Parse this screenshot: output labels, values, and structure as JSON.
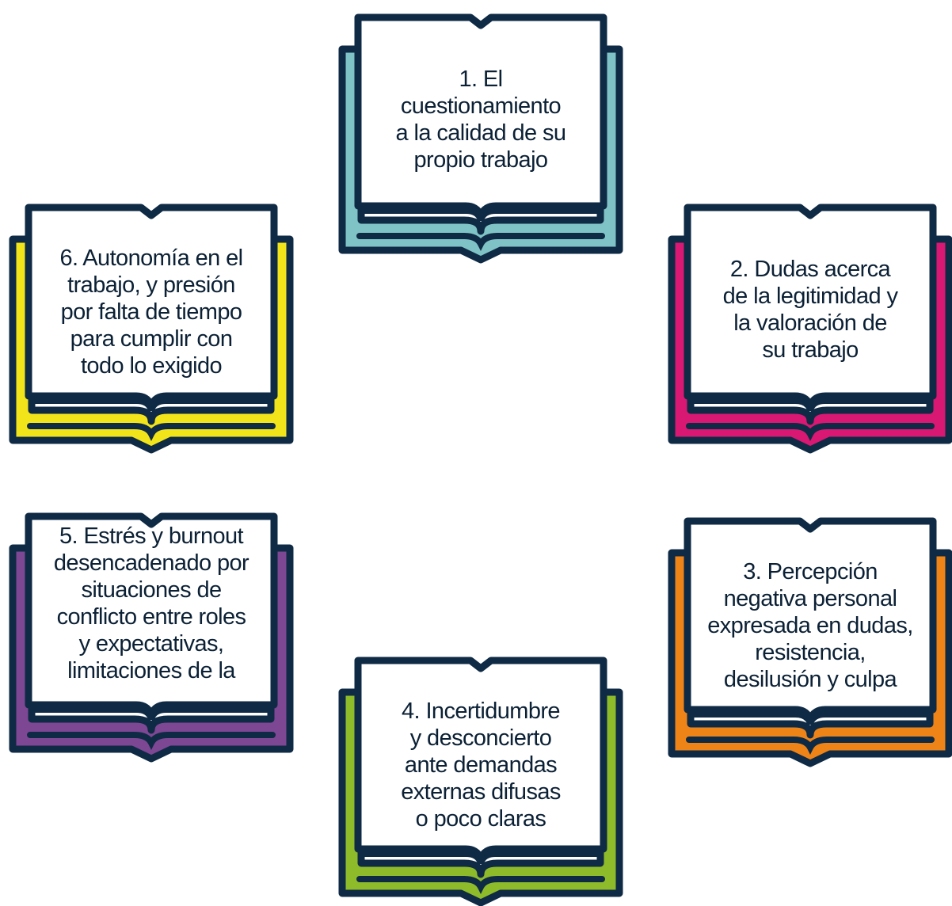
{
  "books": [
    {
      "id": "book-1",
      "text": "1.  El\ncuestionamiento\na la calidad de su\npropio trabajo",
      "color": "#7fc3c6"
    },
    {
      "id": "book-2",
      "text": "2.  Dudas acerca\nde la legitimidad y\nla valoración de\nsu trabajo",
      "color": "#d81873"
    },
    {
      "id": "book-3",
      "text": "3. Percepción\nnegativa personal\nexpresada en dudas,\nresistencia,\ndesilusión y culpa",
      "color": "#ee8417"
    },
    {
      "id": "book-4",
      "text": "4. Incertidumbre\ny desconcierto\nante demandas\nexternas difusas\no poco claras",
      "color": "#8dbb2a"
    },
    {
      "id": "book-5",
      "text": "5. Estrés y burnout\ndesencadenado por\nsituaciones de\nconflicto entre roles\ny expectativas,\nlimitaciones de la",
      "color": "#7d4794"
    },
    {
      "id": "book-6",
      "text": "6. Autonomía en el\ntrabajo, y presión\npor falta de tiempo\npara cumplir con\ntodo lo exigido",
      "color": "#f2e41a"
    }
  ],
  "outline_color": "#0f2a44"
}
